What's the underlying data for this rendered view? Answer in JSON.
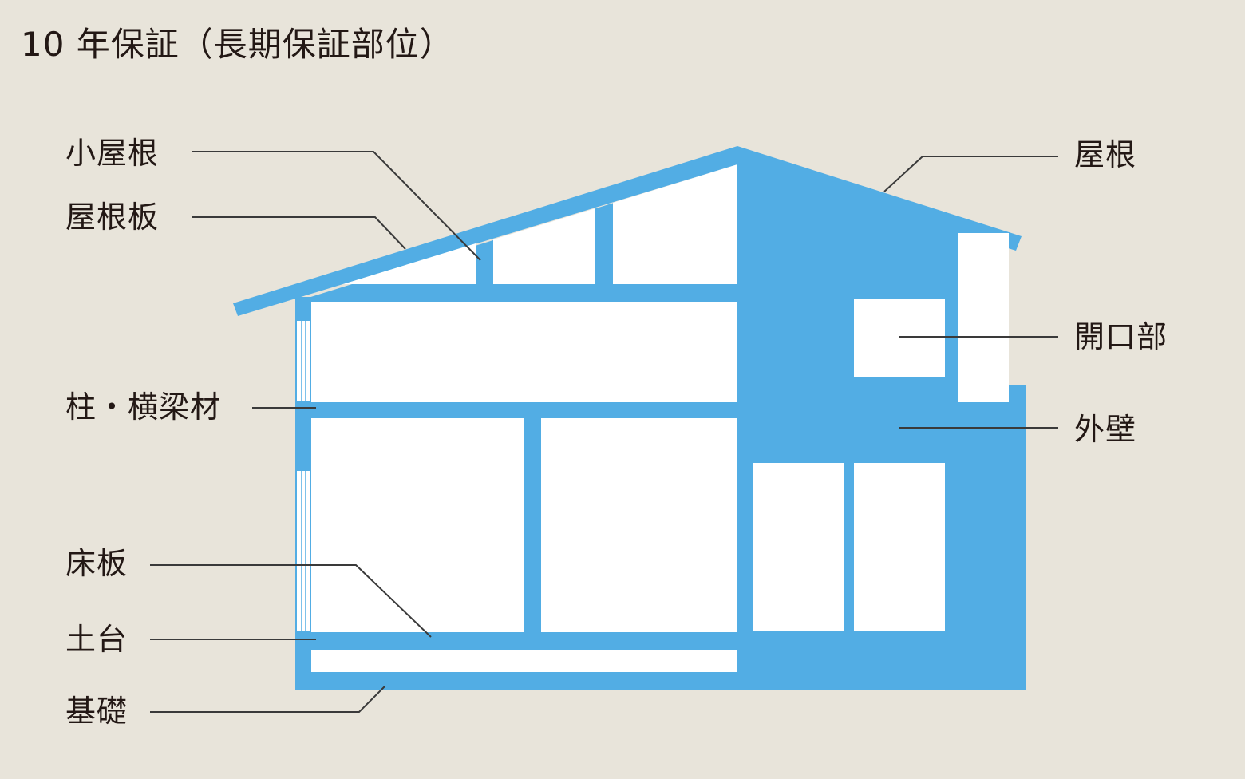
{
  "title": "10 年保証（長期保証部位）",
  "colors": {
    "background": "#e8e4da",
    "house": "#52ade4",
    "opening": "#ffffff",
    "leader": "#3a3a3a",
    "text": "#231815"
  },
  "labels": {
    "koyane": "小屋根",
    "yaneita": "屋根板",
    "hashira": "柱・横梁材",
    "yukaita": "床板",
    "dodai": "土台",
    "kiso": "基礎",
    "yane": "屋根",
    "kaikoubu": "開口部",
    "gaiheki": "外壁"
  }
}
